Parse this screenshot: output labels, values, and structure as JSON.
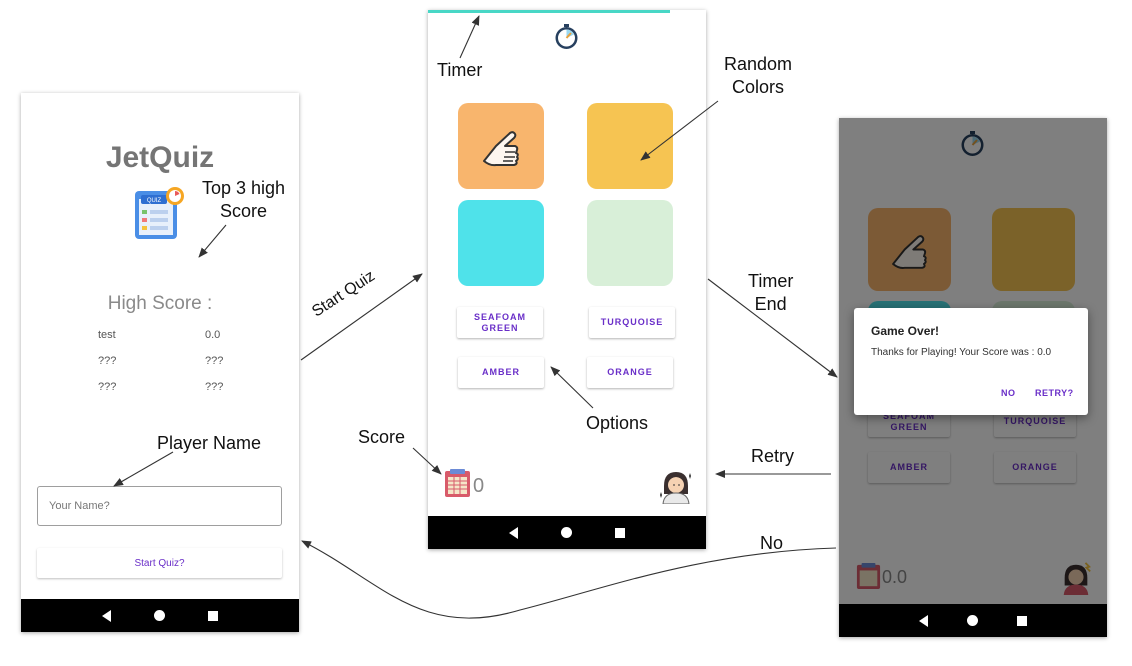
{
  "home": {
    "app_title": "JetQuiz",
    "logo_label": "QUIZ",
    "high_score_title": "High Score :",
    "scores": [
      {
        "name": "test",
        "score": "0.0"
      },
      {
        "name": "???",
        "score": "???"
      },
      {
        "name": "???",
        "score": "???"
      }
    ],
    "name_placeholder": "Your Name?",
    "start_label": "Start Quiz?"
  },
  "quiz": {
    "timer_progress": 0.87,
    "tile_colors": [
      "#f8b56d",
      "#f6c452",
      "#4fe2ea",
      "#d8efd8"
    ],
    "options": [
      "SEAFOAM\nGREEN",
      "TURQUOISE",
      "AMBER",
      "ORANGE"
    ],
    "score": "0"
  },
  "end": {
    "dialog_title": "Game Over!",
    "dialog_message": "Thanks for Playing! Your Score was : 0.0",
    "no_label": "NO",
    "retry_label": "RETRY?",
    "behind_options": [
      "SEAFOAM\nGREEN",
      "TURQUOISE",
      "AMBER",
      "ORANGE"
    ],
    "score": "0.0"
  },
  "annotations": {
    "timer": "Timer",
    "random_colors": "Random\nColors",
    "top3": "Top 3 high\nScore",
    "start_quiz": "Start Quiz",
    "timer_end": "Timer\nEnd",
    "options": "Options",
    "score": "Score",
    "player_name": "Player Name",
    "retry": "Retry",
    "no": "No"
  },
  "colors": {
    "accent": "#6a2fc8",
    "timer": "#48d7c6"
  },
  "icons": [
    "stopwatch-icon",
    "pointing-hand-icon",
    "quiz-app-icon",
    "scoreboard-icon",
    "avatar-icon",
    "angry-avatar-icon"
  ]
}
